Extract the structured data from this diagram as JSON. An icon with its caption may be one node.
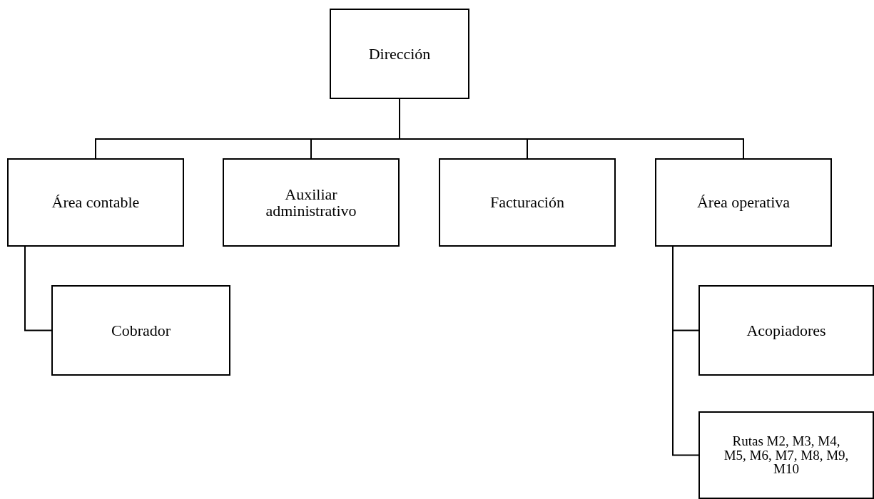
{
  "diagram": {
    "nodes": [
      {
        "text": [
          "Dirección"
        ]
      },
      {
        "text": [
          "Área contable"
        ]
      },
      {
        "text": [
          "Auxiliar administrativo"
        ]
      },
      {
        "text": [
          "Facturación"
        ]
      },
      {
        "text": [
          "Área operativa"
        ]
      },
      {
        "text": [
          "Cobrador"
        ]
      },
      {
        "text": [
          "Acopiadores"
        ]
      },
      {
        "text": [
          "Rutas M2, M3, M4, M5, M6, M7, M8, M9, M10"
        ]
      }
    ],
    "edges": [
      {
        "from": 0,
        "to": 1,
        "arrow": "none"
      },
      {
        "from": 0,
        "to": 2,
        "arrow": "none"
      },
      {
        "from": 0,
        "to": 3,
        "arrow": "none"
      },
      {
        "from": 0,
        "to": 4,
        "arrow": "none"
      },
      {
        "from": 1,
        "to": 5,
        "arrow": "none"
      },
      {
        "from": 4,
        "to": 6,
        "arrow": "none"
      },
      {
        "from": 4,
        "to": 7,
        "arrow": "none"
      }
    ]
  }
}
